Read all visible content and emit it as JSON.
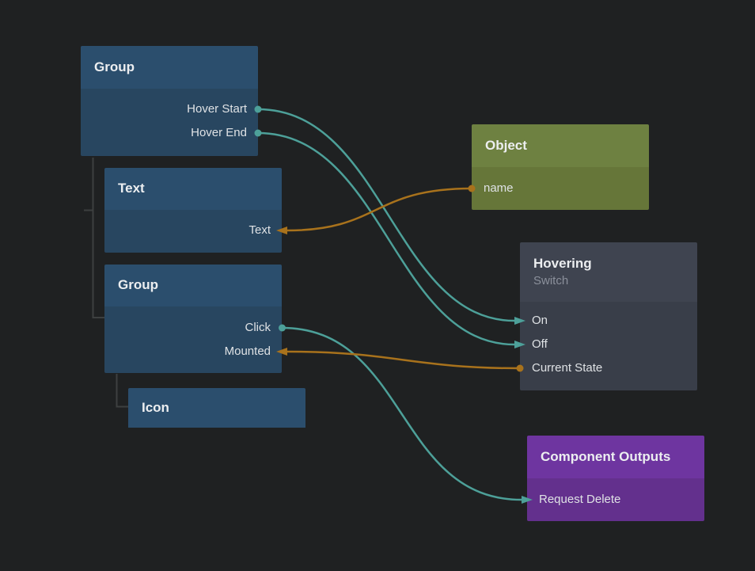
{
  "theme": {
    "bg": "#1f2122",
    "visual_header": "#2b4e6d",
    "visual_body": "#284660",
    "data_header": "#6e8141",
    "data_body": "#667639",
    "logic_header": "#3f4450",
    "logic_body": "#393e49",
    "output_header": "#6e35a0",
    "output_body": "#63308d",
    "signal_color": "#4da099",
    "data_color": "#a8721c",
    "tree_line_color": "#3d4040",
    "title_text": "#eceef0",
    "subtitle_text": "#8b909b",
    "port_text": "#dfe2e5"
  },
  "nodes": {
    "group1": {
      "title": "Group",
      "ports": [
        {
          "label": "Hover Start"
        },
        {
          "label": "Hover End"
        }
      ]
    },
    "text1": {
      "title": "Text",
      "ports": [
        {
          "label": "Text"
        }
      ]
    },
    "group2": {
      "title": "Group",
      "ports": [
        {
          "label": "Click"
        },
        {
          "label": "Mounted"
        }
      ]
    },
    "icon1": {
      "title": "Icon",
      "ports": []
    },
    "object1": {
      "title": "Object",
      "ports": [
        {
          "label": "name"
        }
      ]
    },
    "hovering": {
      "title": "Hovering",
      "subtitle": "Switch",
      "ports": [
        {
          "label": "On"
        },
        {
          "label": "Off"
        },
        {
          "label": "Current State"
        }
      ]
    },
    "outputs": {
      "title": "Component Outputs",
      "ports": [
        {
          "label": "Request Delete"
        }
      ]
    }
  },
  "connections": [
    {
      "from": "Group / Hover Start",
      "to": "Hovering / On",
      "kind": "signal"
    },
    {
      "from": "Group / Hover End",
      "to": "Hovering / Off",
      "kind": "signal"
    },
    {
      "from": "Object / name",
      "to": "Text / Text",
      "kind": "data"
    },
    {
      "from": "Hovering / Current State",
      "to": "Group / Mounted",
      "kind": "data"
    },
    {
      "from": "Group / Click",
      "to": "Component Outputs / Request Delete",
      "kind": "signal"
    }
  ]
}
